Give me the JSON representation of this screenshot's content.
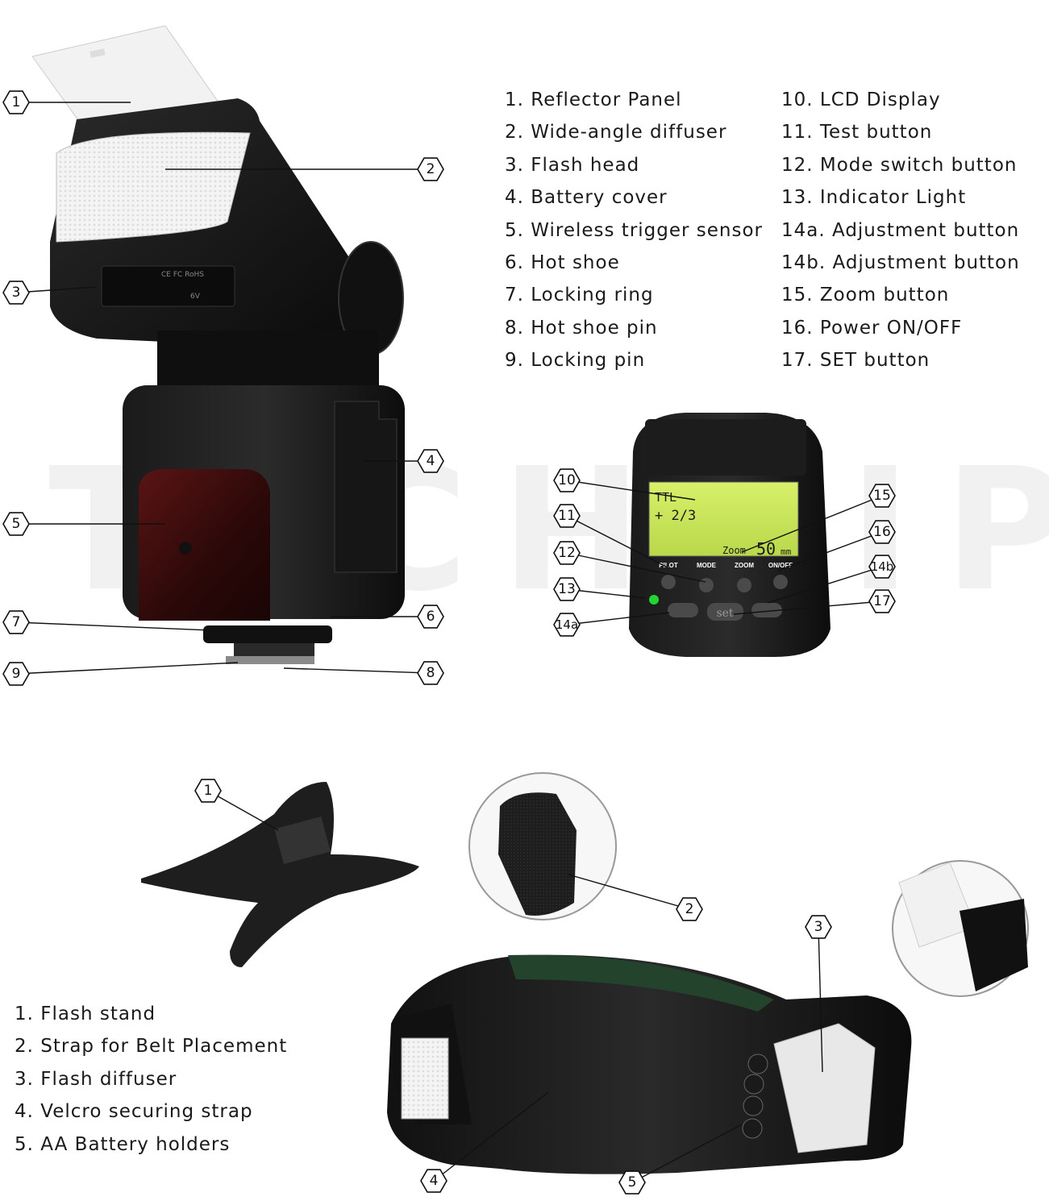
{
  "watermark": "TECHNIPRO",
  "flash_parts": [
    {
      "num": "1",
      "label": "1. Reflector Panel"
    },
    {
      "num": "2",
      "label": "2. Wide-angle diffuser"
    },
    {
      "num": "3",
      "label": "3. Flash head"
    },
    {
      "num": "4",
      "label": "4. Battery cover"
    },
    {
      "num": "5",
      "label": "5. Wireless trigger sensor"
    },
    {
      "num": "6",
      "label": "6. Hot shoe"
    },
    {
      "num": "7",
      "label": "7. Locking ring"
    },
    {
      "num": "8",
      "label": "8. Hot shoe pin"
    },
    {
      "num": "9",
      "label": "9. Locking pin"
    },
    {
      "num": "10",
      "label": "10. LCD Display"
    },
    {
      "num": "11",
      "label": "11. Test button"
    },
    {
      "num": "12",
      "label": "12. Mode switch button"
    },
    {
      "num": "13",
      "label": "13. Indicator Light"
    },
    {
      "num": "14a",
      "label": "14a. Adjustment button"
    },
    {
      "num": "14b",
      "label": "14b. Adjustment button"
    },
    {
      "num": "15",
      "label": "15. Zoom button"
    },
    {
      "num": "16",
      "label": "16. Power ON/OFF"
    },
    {
      "num": "17",
      "label": "17. SET button"
    }
  ],
  "callouts_flash": [
    "1",
    "2",
    "3",
    "4",
    "5",
    "6",
    "7",
    "8",
    "9"
  ],
  "callouts_panel": [
    "10",
    "11",
    "12",
    "13",
    "14a",
    "15",
    "16",
    "14b",
    "17"
  ],
  "lcd": {
    "mode": "TTL",
    "comp": "+ 2/3",
    "zoom_label": "Zoom",
    "zoom_value": "50",
    "zoom_unit": "mm"
  },
  "panel_buttons": [
    "PILOT",
    "MODE",
    "ZOOM",
    "ON/OFF"
  ],
  "set_label": "set",
  "accessories": [
    {
      "num": "1",
      "label": "1. Flash stand"
    },
    {
      "num": "2",
      "label": "2. Strap for Belt Placement"
    },
    {
      "num": "3",
      "label": "3. Flash diffuser"
    },
    {
      "num": "4",
      "label": "4. Velcro securing strap"
    },
    {
      "num": "5",
      "label": "5. AA Battery holders"
    }
  ],
  "callouts_accessories": [
    "1",
    "2",
    "3",
    "4",
    "5"
  ],
  "flash_labels": {
    "ce_mark": "CE FC RoHS",
    "voltage": "6V"
  }
}
